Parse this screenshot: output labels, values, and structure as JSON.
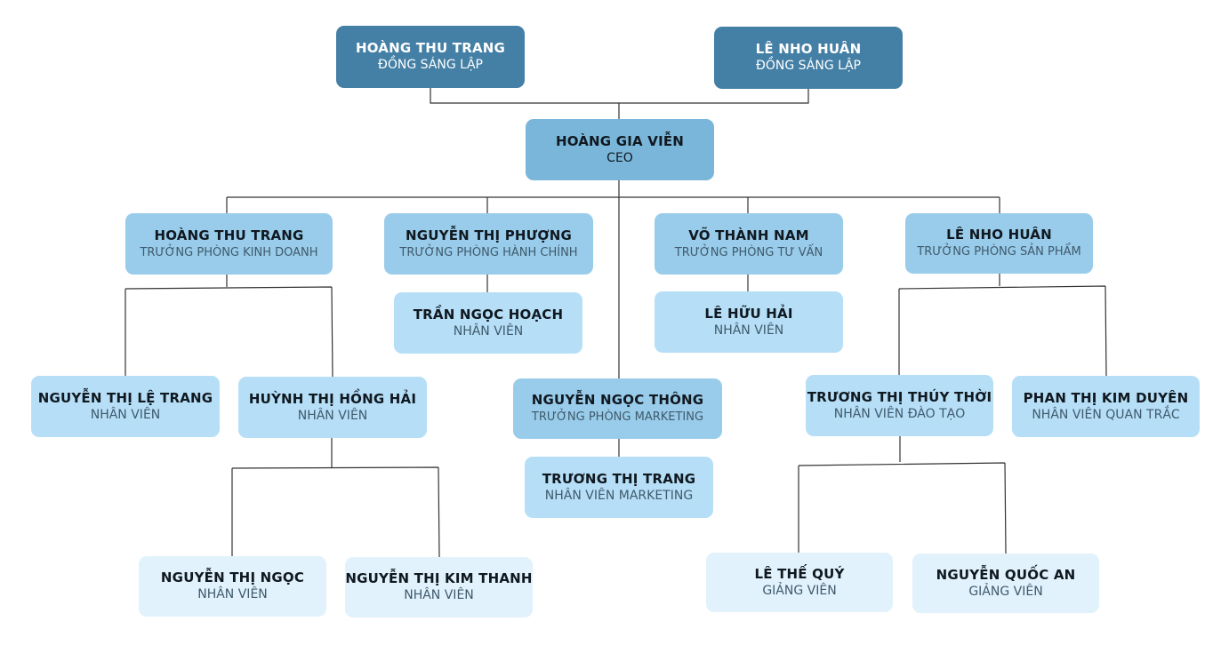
{
  "colors": {
    "founder": "#447fa5",
    "ceo": "#7ab6d9",
    "head": "#99ccea",
    "staff": "#b6dff7",
    "sub_staff": "#e1f2fc",
    "connector": "#333333"
  },
  "nodes": {
    "founder_1": {
      "name": "HOÀNG THU TRANG",
      "role": "ĐỒNG SÁNG LẬP"
    },
    "founder_2": {
      "name": "LÊ NHO HUÂN",
      "role": "ĐỒNG SÁNG LẬP"
    },
    "ceo": {
      "name": "HOÀNG GIA VIỄN",
      "role": "CEO"
    },
    "head_sales": {
      "name": "HOÀNG THU TRANG",
      "role": "TRƯỞNG PHÒNG KINH DOANH"
    },
    "head_admin": {
      "name": "NGUYỄN THỊ PHƯỢNG",
      "role": "TRƯỞNG PHÒNG HÀNH CHÍNH"
    },
    "head_consult": {
      "name": "VÕ THÀNH NAM",
      "role": "TRƯỞNG PHÒNG TƯ VẤN"
    },
    "head_product": {
      "name": "LÊ NHO HUÂN",
      "role": "TRƯỞNG PHÒNG SẢN PHẨM"
    },
    "head_marketing": {
      "name": "NGUYỄN NGỌC THÔNG",
      "role": "TRƯỞNG PHÒNG MARKETING"
    },
    "admin_staff": {
      "name": "TRẦN NGỌC HOẠCH",
      "role": "NHÂN VIÊN"
    },
    "consult_staff": {
      "name": "LÊ HỮU HẢI",
      "role": "NHÂN VIÊN"
    },
    "sales_staff_1": {
      "name": "NGUYỄN THỊ LỆ TRANG",
      "role": "NHÂN VIÊN"
    },
    "sales_staff_2": {
      "name": "HUỲNH THỊ HỒNG HẢI",
      "role": "NHÂN VIÊN"
    },
    "marketing_staff": {
      "name": "TRƯƠNG THỊ TRANG",
      "role": "NHÂN VIÊN MARKETING"
    },
    "product_trainer": {
      "name": "TRƯƠNG THỊ THÚY THỜI",
      "role": "NHÂN VIÊN ĐÀO TẠO"
    },
    "product_monitor": {
      "name": "PHAN THỊ KIM DUYÊN",
      "role": "NHÂN VIÊN QUAN TRẮC"
    },
    "sales_sub_1": {
      "name": "NGUYỄN THỊ NGỌC",
      "role": "NHÂN VIÊN"
    },
    "sales_sub_2": {
      "name": "NGUYỄN THỊ KIM THANH",
      "role": "NHÂN VIÊN"
    },
    "lecturer_1": {
      "name": "LÊ THẾ QUÝ",
      "role": "GIẢNG VIÊN"
    },
    "lecturer_2": {
      "name": "NGUYỄN QUỐC AN",
      "role": "GIẢNG VIÊN"
    }
  }
}
